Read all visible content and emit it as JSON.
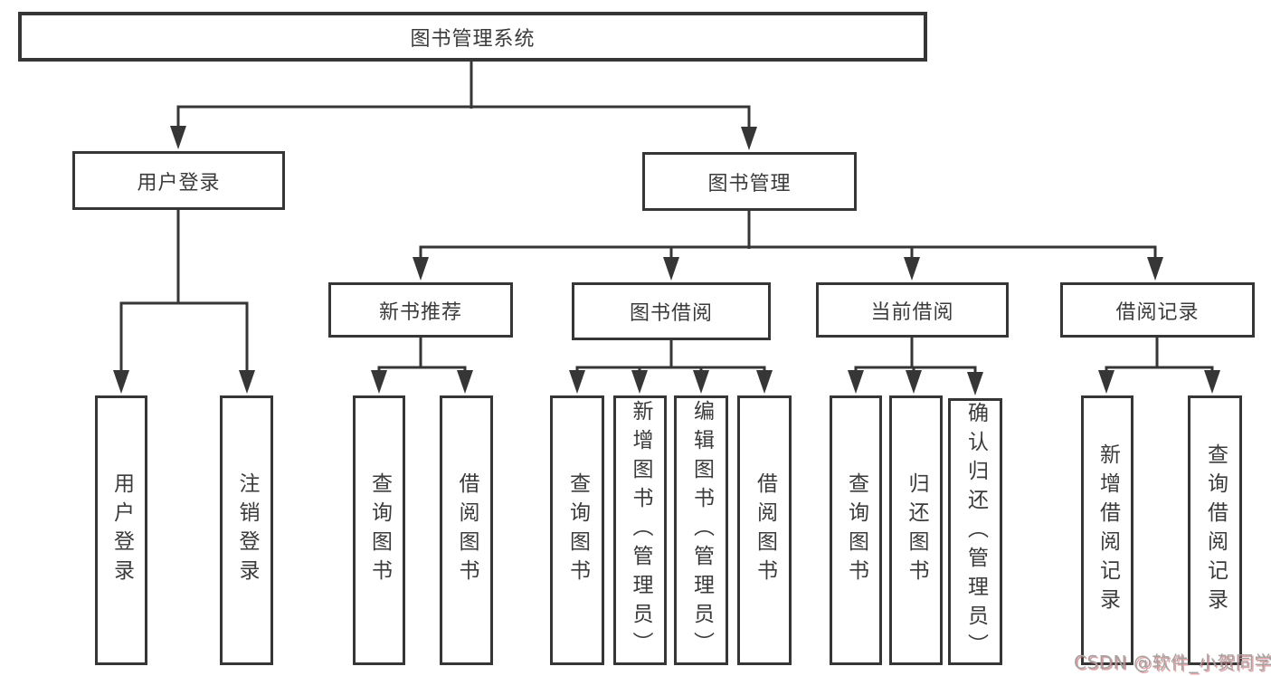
{
  "tree": {
    "label": "图书管理系统",
    "children": [
      {
        "label": "用户登录",
        "children": [
          {
            "label": "用户登录"
          },
          {
            "label": "注销登录"
          }
        ]
      },
      {
        "label": "图书管理",
        "children": [
          {
            "label": "新书推荐",
            "children": [
              {
                "label": "查询图书"
              },
              {
                "label": "借阅图书"
              }
            ]
          },
          {
            "label": "图书借阅",
            "children": [
              {
                "label": "查询图书"
              },
              {
                "label": "新增图书（管理员）"
              },
              {
                "label": "编辑图书（管理员）"
              },
              {
                "label": "借阅图书"
              }
            ]
          },
          {
            "label": "当前借阅",
            "children": [
              {
                "label": "查询图书"
              },
              {
                "label": "归还图书"
              },
              {
                "label": "确认归还（管理员）"
              }
            ]
          },
          {
            "label": "借阅记录",
            "children": [
              {
                "label": "新增借阅记录"
              },
              {
                "label": "查询借阅记录"
              }
            ]
          }
        ]
      }
    ]
  },
  "watermark": {
    "text": "CSDN @软件_小贺同学",
    "gray": "#a2a2a2",
    "red": "#cf5659"
  },
  "colors": {
    "line": "#363636",
    "box_border": "#363636",
    "text": "#3b3b3b",
    "background": "#ffffff"
  }
}
